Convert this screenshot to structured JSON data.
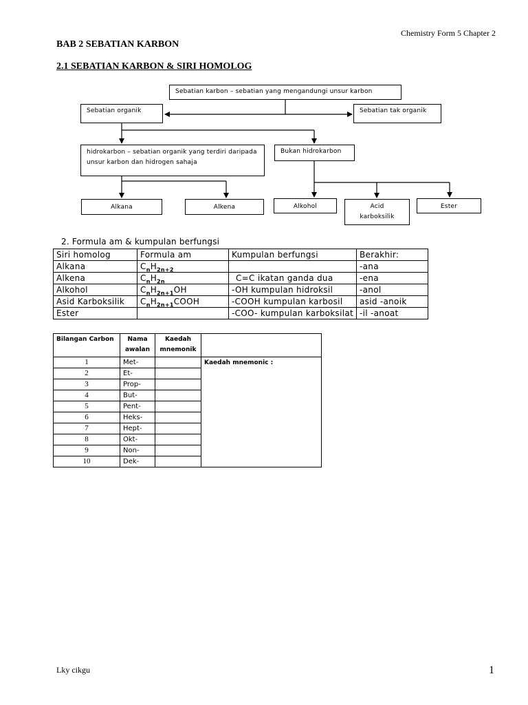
{
  "header": {
    "subject": "Chemistry Form 5 Chapter 2"
  },
  "title": "BAB 2 SEBATIAN KARBON",
  "section": "2.1 SEBATIAN KARBON & SIRI HOMOLOG",
  "diagram": {
    "root": "Sebatian karbon – sebatian yang mengandungi unsur karbon",
    "organic": "Sebatian organik",
    "inorganic": "Sebatian tak organik",
    "hydrocarbon": "hidrokarbon – sebatian organik yang terdiri daripada unsur karbon dan hidrogen sahaja",
    "non_hydrocarbon": "Bukan hidrokarbon",
    "alkana": "Alkana",
    "alkena": "Alkena",
    "alkohol": "Alkohol",
    "acid": "Acid karboksilik",
    "ester": "Ester"
  },
  "formula_section": {
    "heading": "2. Formula am & kumpulan berfungsi",
    "headers": [
      "Siri homolog",
      "Formula am",
      "Kumpulan berfungsi",
      "Berakhir:"
    ],
    "rows": [
      {
        "series": "Alkana",
        "f_a": "C",
        "f_a_sub": "n",
        "f_b": "H",
        "f_b_sub": "2n+2",
        "f_c": "",
        "group": "",
        "ending": "-ana"
      },
      {
        "series": "Alkena",
        "f_a": "C",
        "f_a_sub": "n",
        "f_b": "H",
        "f_b_sub": "2n",
        "f_c": "",
        "group": "C=C ikatan ganda dua",
        "ending": "-ena"
      },
      {
        "series": "Alkohol",
        "f_a": "C",
        "f_a_sub": "n",
        "f_b": "H",
        "f_b_sub": "2n+1",
        "f_c": "OH",
        "group": "-OH kumpulan hidroksil",
        "ending": "-anol"
      },
      {
        "series": "Asid Karboksilik",
        "f_a": "C",
        "f_a_sub": "n",
        "f_b": "H",
        "f_b_sub": "2n+1",
        "f_c": "COOH",
        "group": "-COOH kumpulan karbosil",
        "ending": "asid -anoik"
      },
      {
        "series": "Ester",
        "f_a": "",
        "f_a_sub": "",
        "f_b": "",
        "f_b_sub": "",
        "f_c": "",
        "group": "-COO- kumpulan karboksilat",
        "ending": "-il -anoat"
      }
    ]
  },
  "carbon_table": {
    "headers": [
      "Bilangan Carbon",
      "Nama awalan",
      "Kaedah mnemonik"
    ],
    "note_label": "Kaedah mnemonic :",
    "rows": [
      {
        "n": "1",
        "prefix": "Met-"
      },
      {
        "n": "2",
        "prefix": "Et-"
      },
      {
        "n": "3",
        "prefix": "Prop-"
      },
      {
        "n": "4",
        "prefix": "But-"
      },
      {
        "n": "5",
        "prefix": "Pent-"
      },
      {
        "n": "6",
        "prefix": "Heks-"
      },
      {
        "n": "7",
        "prefix": "Hept-"
      },
      {
        "n": "8",
        "prefix": "Okt-"
      },
      {
        "n": "9",
        "prefix": "Non-"
      },
      {
        "n": "10",
        "prefix": "Dek-"
      }
    ]
  },
  "footer": {
    "author": "Lky cikgu",
    "page": "1"
  }
}
